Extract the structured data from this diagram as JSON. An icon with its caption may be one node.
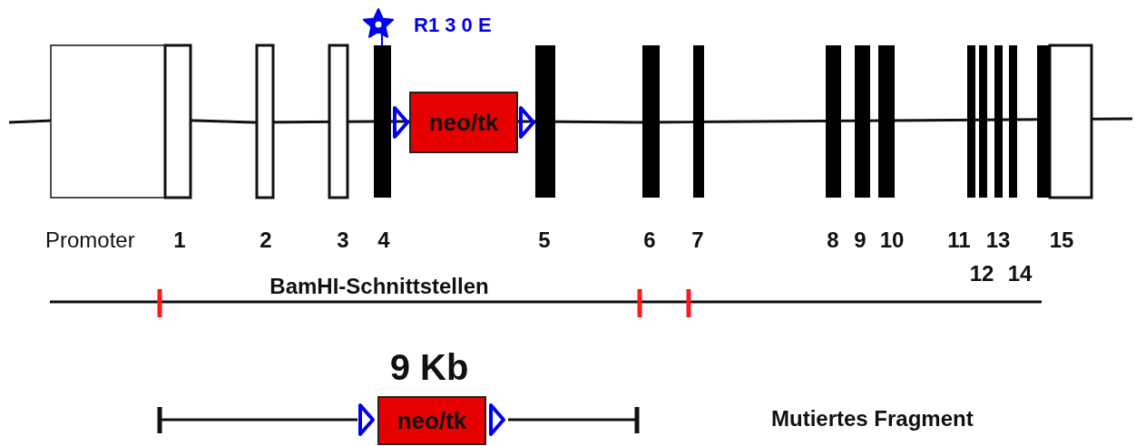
{
  "diagram": {
    "nodes": [
      {
        "text": [
          "neo/tk"
        ]
      },
      {
        "text": [
          "neo/tk"
        ]
      }
    ],
    "edges": [],
    "labels": [
      "R1 3 0 E",
      "Promoter",
      "1",
      "2",
      "3",
      "4",
      "5",
      "6",
      "7",
      "8",
      "9",
      "10",
      "11",
      "13",
      "15",
      "12",
      "14",
      "BamHI-Schnittstellen",
      "9 Kb",
      "Mutiertes Fragment"
    ]
  }
}
